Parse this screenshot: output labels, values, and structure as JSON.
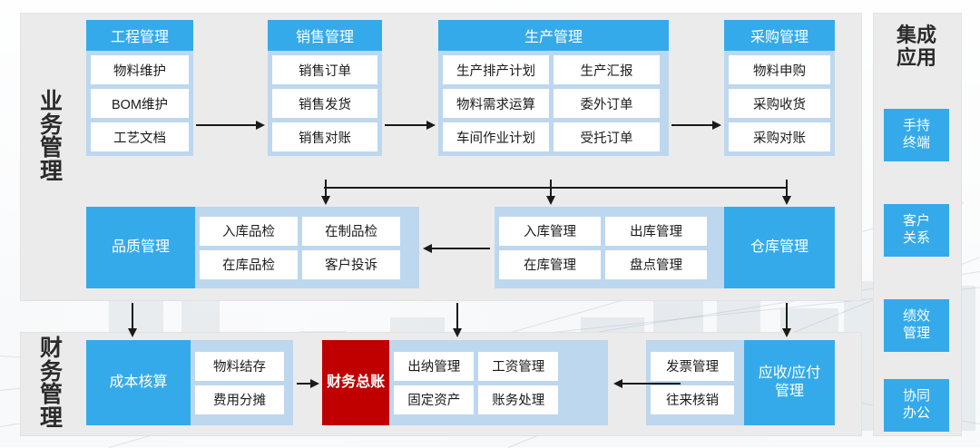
{
  "diagram": {
    "title_visible": false,
    "colors": {
      "primary_blue": "#35aaea",
      "light_blue": "#bdd7ee",
      "section_gray": "#ebebeb",
      "accent_red": "#c00000",
      "cell_white": "#ffffff",
      "text_dark": "#2b2b2b"
    }
  },
  "sections": {
    "business": {
      "label": "业务管理"
    },
    "finance": {
      "label": "财务管理"
    }
  },
  "business_row1": [
    {
      "key": "engineering",
      "header": "工程管理",
      "cells": [
        "物料维护",
        "BOM维护",
        "工艺文档"
      ]
    },
    {
      "key": "sales",
      "header": "销售管理",
      "cells": [
        "销售订单",
        "销售发货",
        "销售对账"
      ]
    },
    {
      "key": "production",
      "header": "生产管理",
      "cells": [
        "生产排产计划",
        "生产汇报",
        "物料需求运算",
        "委外订单",
        "车间作业计划",
        "受托订单"
      ]
    },
    {
      "key": "purchasing",
      "header": "采购管理",
      "cells": [
        "物料申购",
        "采购收货",
        "采购对账"
      ]
    }
  ],
  "business_row2": [
    {
      "key": "quality",
      "label": "品质管理",
      "label_side": "left",
      "label_color": "blue",
      "cells": [
        "入库品检",
        "在制品检",
        "在库品检",
        "客户投诉"
      ]
    },
    {
      "key": "warehouse",
      "label": "仓库管理",
      "label_side": "right",
      "label_color": "blue",
      "cells": [
        "入库管理",
        "出库管理",
        "在库管理",
        "盘点管理"
      ]
    }
  ],
  "finance_row": [
    {
      "key": "cost-accounting",
      "label": "成本核算",
      "label_side": "left",
      "label_color": "blue",
      "cells": [
        "物料结存",
        "费用分摊"
      ]
    },
    {
      "key": "general-ledger",
      "label": "财务总账",
      "label_side": "left",
      "label_color": "red",
      "cells": [
        "出纳管理",
        "工资管理",
        "固定资产",
        "账务处理"
      ]
    },
    {
      "key": "receivable-payable",
      "label": "应收/应付\n管理",
      "label_line1": "应收/应付",
      "label_line2": "管理",
      "label_side": "right",
      "label_color": "blue",
      "cells": [
        "发票管理",
        "往来核销"
      ]
    }
  ],
  "integration": {
    "title_line1": "集成",
    "title_line2": "应用",
    "apps": [
      {
        "key": "handheld-terminal",
        "line1": "手持",
        "line2": "终端"
      },
      {
        "key": "customer-relations",
        "line1": "客户",
        "line2": "关系"
      },
      {
        "key": "performance-mgmt",
        "line1": "绩效",
        "line2": "管理"
      },
      {
        "key": "collaborative-office",
        "line1": "协同",
        "line2": "办公"
      }
    ]
  },
  "connectors": [
    {
      "key": "engineering-to-sales",
      "direction": "right"
    },
    {
      "key": "sales-to-production",
      "direction": "right"
    },
    {
      "key": "production-to-purchasing",
      "direction": "right"
    },
    {
      "key": "bus-bar-to-warehouse",
      "direction": "down"
    },
    {
      "key": "warehouse-to-quality",
      "direction": "left"
    },
    {
      "key": "quality-to-cost",
      "direction": "down"
    },
    {
      "key": "warehouse-to-ledger",
      "direction": "down"
    },
    {
      "key": "purchasing-to-ar-ap",
      "direction": "down"
    },
    {
      "key": "cost-to-ledger",
      "direction": "right"
    },
    {
      "key": "ar-ap-to-ledger",
      "direction": "left"
    }
  ]
}
